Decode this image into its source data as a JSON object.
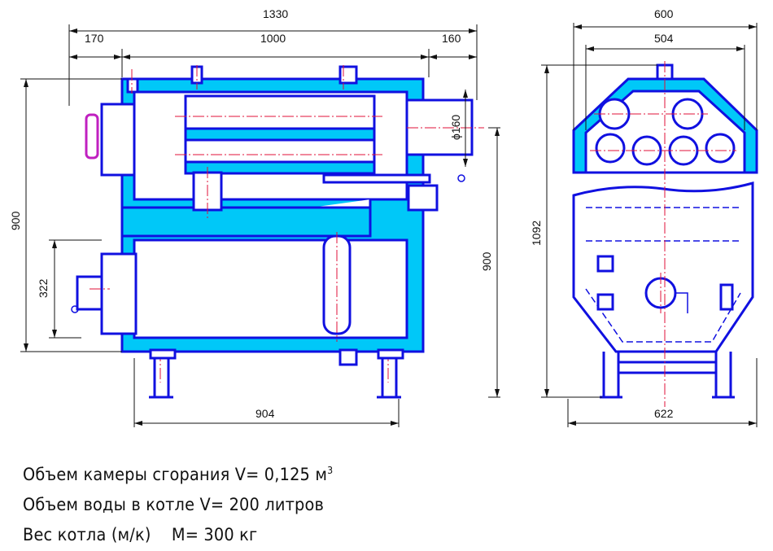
{
  "front_view": {
    "dimensions": {
      "overall_length": "1330",
      "door_offset": "170",
      "body_length": "1000",
      "chimney_offset": "160",
      "overall_height": "900",
      "lower_door_height": "322",
      "body_height": "900",
      "leg_spacing": "904",
      "chimney_diameter": "ϕ160"
    }
  },
  "side_view": {
    "dimensions": {
      "overall_width": "600",
      "inner_width": "504",
      "overall_height": "1092",
      "leg_width": "622"
    }
  },
  "notes": {
    "combustion_volume": "Объем камеры сгорания V= 0,125 м",
    "combustion_volume_unit_power": "3",
    "water_volume": "Объем воды в котле V= 200 литров",
    "weight": "Вес котла (м/к)    M= 300 кг"
  },
  "colors": {
    "water_jacket": "#00c8f8",
    "outline": "#1010e0",
    "axis": "#e0103a"
  }
}
